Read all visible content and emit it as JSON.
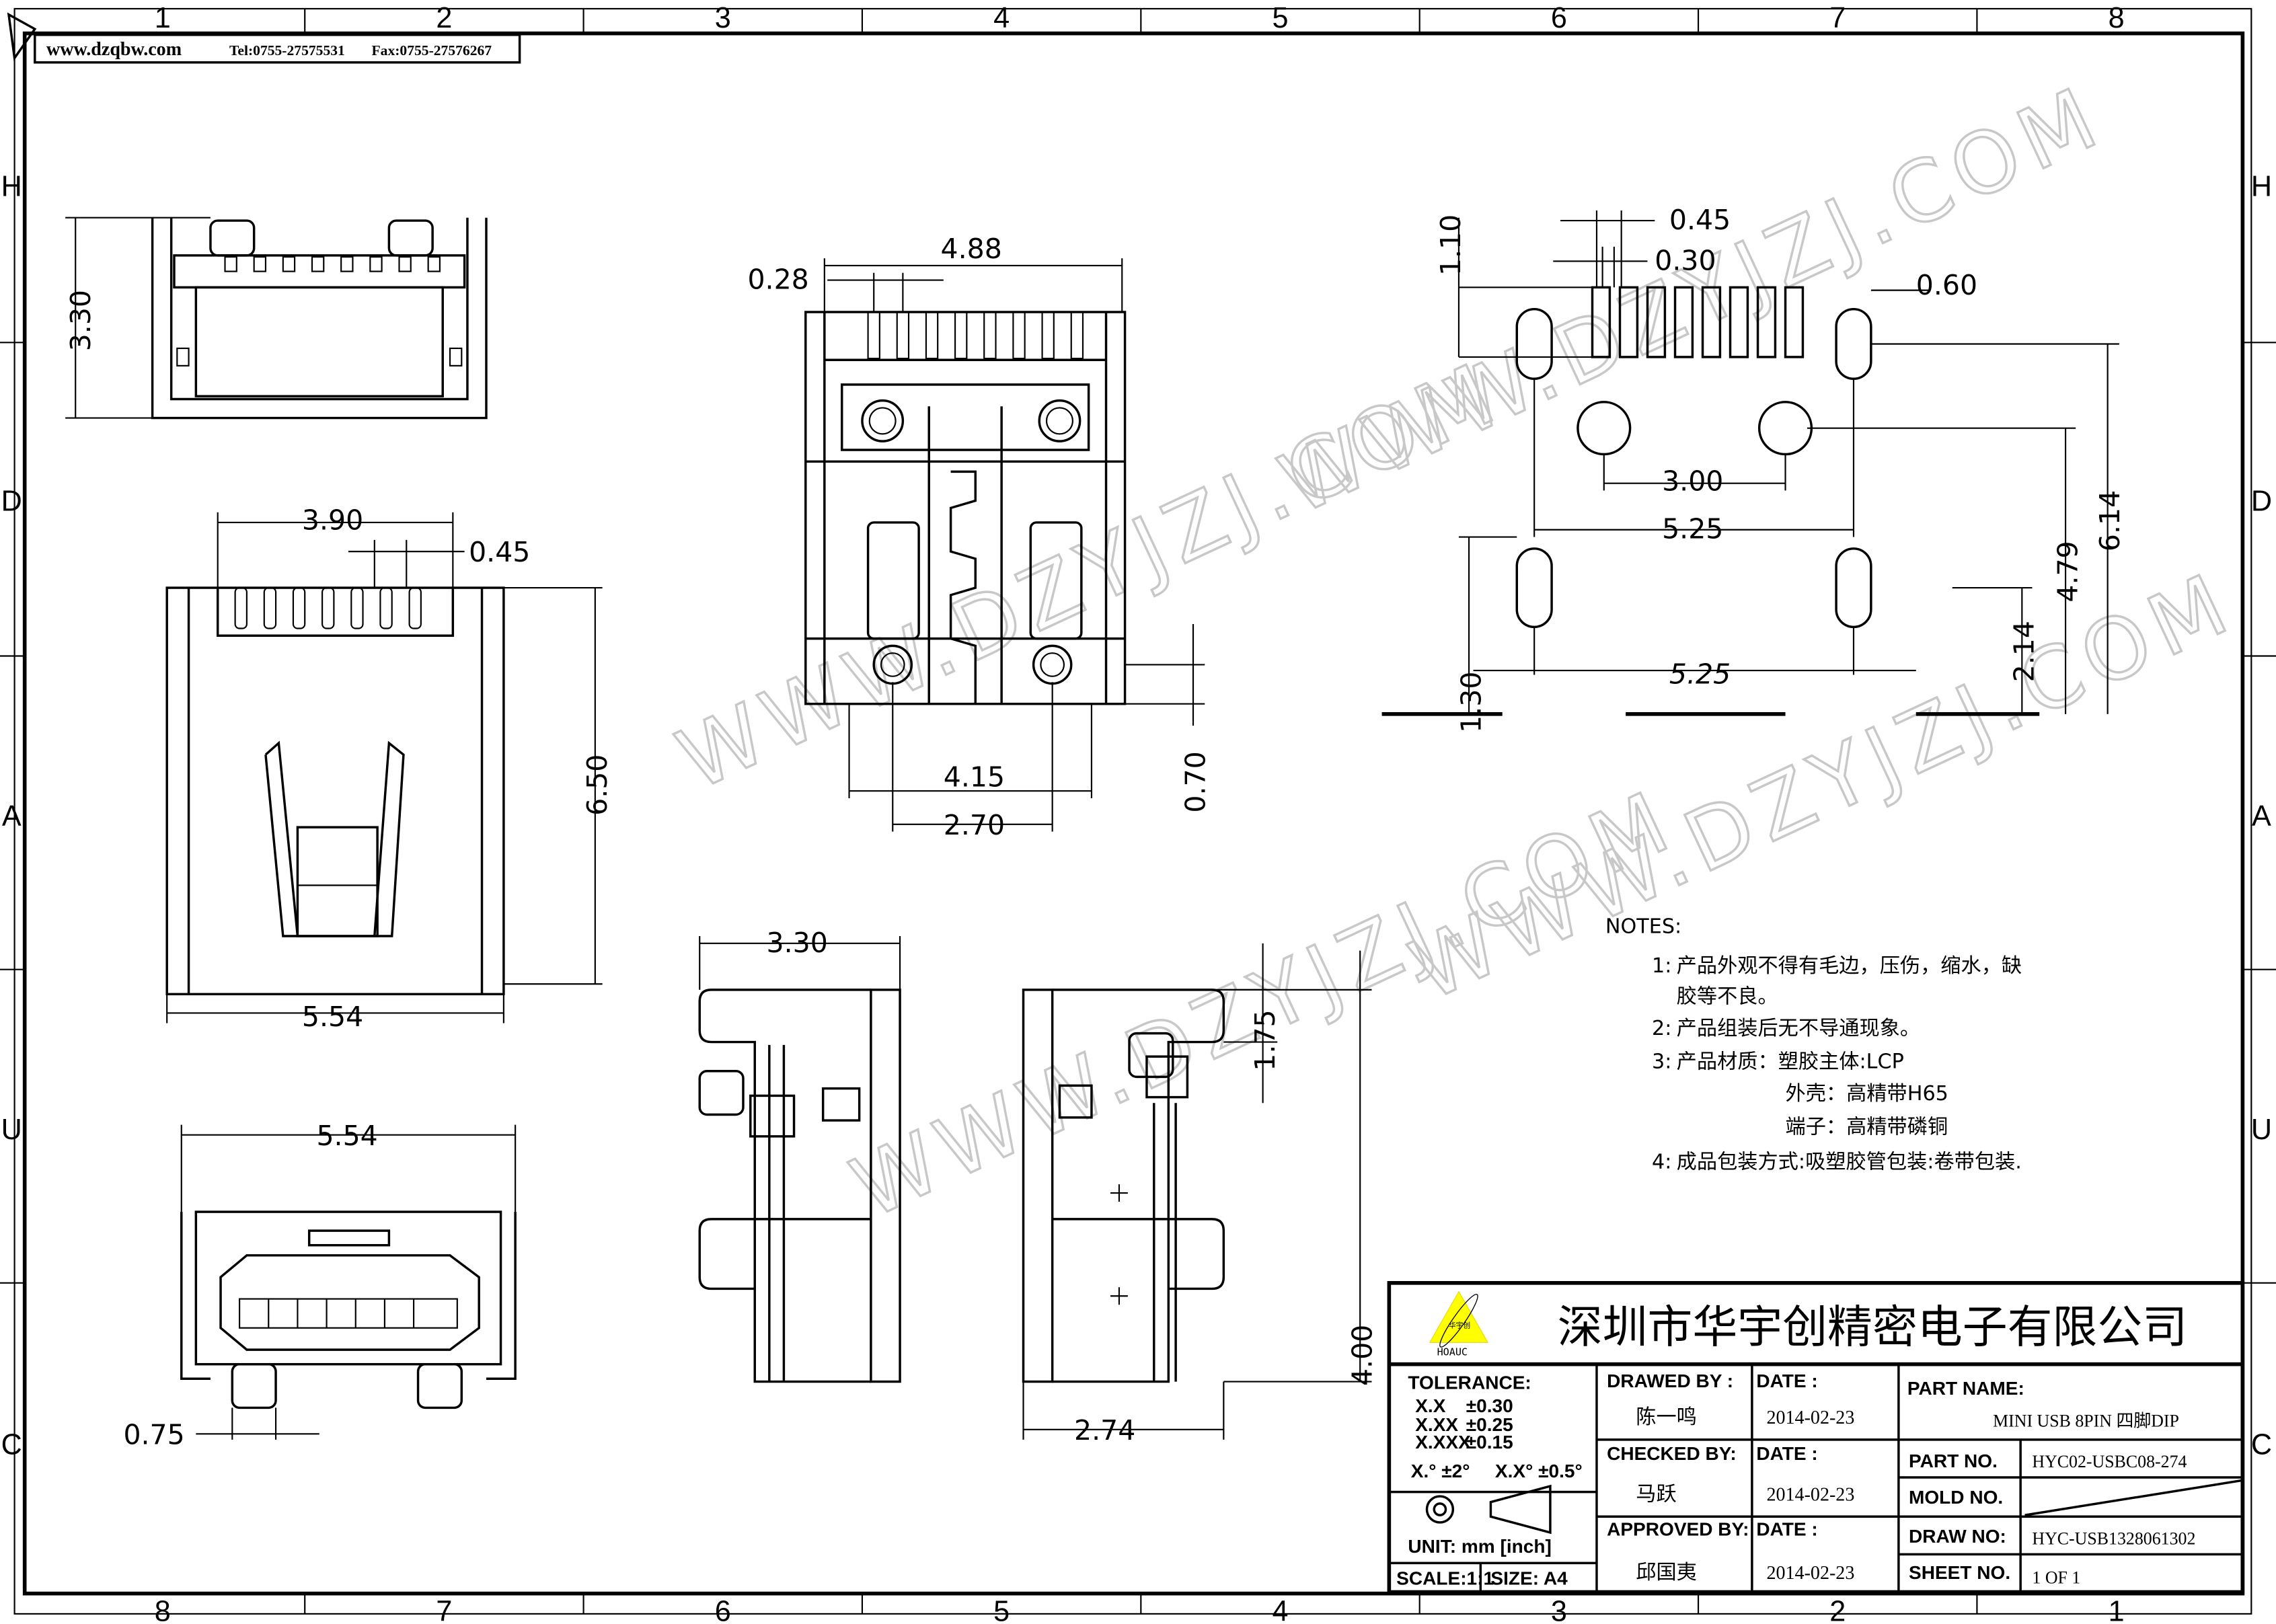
{
  "header": {
    "website": "www.dzqbw.com",
    "tel": "Tel:0755-27575531",
    "fax": "Fax:0755-27576267"
  },
  "grid": {
    "top": [
      "1",
      "2",
      "3",
      "4",
      "5",
      "6",
      "7",
      "8"
    ],
    "bottom": [
      "8",
      "7",
      "6",
      "5",
      "4",
      "3",
      "2",
      "1"
    ],
    "sides": [
      "H",
      "D",
      "A",
      "U",
      "C"
    ]
  },
  "watermark": "WWW.DZYJZJ.COM",
  "dimensions": {
    "front_height": "3.30",
    "top_pitch_span": "3.90",
    "top_pin_width": "0.45",
    "top_length": "6.50",
    "top_width": "5.54",
    "bottom_width": "5.54",
    "bottom_offset": "0.75",
    "center_width": "4.88",
    "center_pin": "0.28",
    "center_post_span": "4.15",
    "center_post_inner": "2.70",
    "center_post_offset": "0.70",
    "side_left_width": "3.30",
    "side_right_width": "2.74",
    "side_right_tab": "1.75",
    "side_right_height": "4.00",
    "pcb_pad_pitch": "0.45",
    "pcb_pad_width": "0.30",
    "pcb_slot_width": "0.60",
    "pcb_pad_length": "1.10",
    "pcb_hole_span": "3.00",
    "pcb_slot_span": "5.25",
    "pcb_edge_span": "5.25",
    "pcb_total": "6.14",
    "pcb_slot_depth": "4.79",
    "pcb_rear_slot": "2.14",
    "pcb_edge_offset": "1.30"
  },
  "notes": {
    "title": "NOTES:",
    "items": [
      {
        "num": "1:",
        "lines": [
          "产品外观不得有毛边，压伤，缩水，缺",
          "胶等不良。"
        ]
      },
      {
        "num": "2:",
        "lines": [
          "产品组装后无不导通现象。"
        ]
      },
      {
        "num": "3:",
        "lines": [
          "产品材质：塑胶主体:LCP",
          "外壳：高精带H65",
          "端子：高精带磷铜"
        ]
      },
      {
        "num": "4:",
        "lines": [
          "成品包装方式:吸塑胶管包装:卷带包装."
        ]
      }
    ]
  },
  "title_block": {
    "logo_cn": "华宇创",
    "logo_text": "HOAUC",
    "company": "深圳市华宇创精密电子有限公司",
    "tolerance_label": "TOLERANCE:",
    "tolerances": [
      {
        "fmt": "X.X",
        "val": "±0.30"
      },
      {
        "fmt": "X.XX",
        "val": "±0.25"
      },
      {
        "fmt": "X.XXX",
        "val": "±0.15"
      }
    ],
    "angle_tol_1": "X.° ±2°",
    "angle_tol_2": "X.X° ±0.5°",
    "unit": "UNIT:  mm  [inch]",
    "scale": "SCALE:1:1",
    "size": "SIZE:  A4",
    "drawn_by_label": "DRAWED BY :",
    "drawn_by": "陈一鸣",
    "checked_by_label": "CHECKED BY:",
    "checked_by": "马跃",
    "approved_by_label": "APPROVED BY:",
    "approved_by": "邱国夷",
    "date_label": "DATE :",
    "drawn_date": "2014-02-23",
    "checked_date": "2014-02-23",
    "approved_date": "2014-02-23",
    "part_name_label": "PART NAME:",
    "part_name": "MINI USB 8PIN 四脚DIP",
    "part_no_label": "PART NO.",
    "part_no": "HYC02-USBC08-274",
    "mold_no_label": "MOLD NO.",
    "draw_no_label": "DRAW NO:",
    "draw_no": "HYC-USB1328061302",
    "sheet_no_label": "SHEET NO.",
    "sheet_no": "1 OF 1"
  }
}
